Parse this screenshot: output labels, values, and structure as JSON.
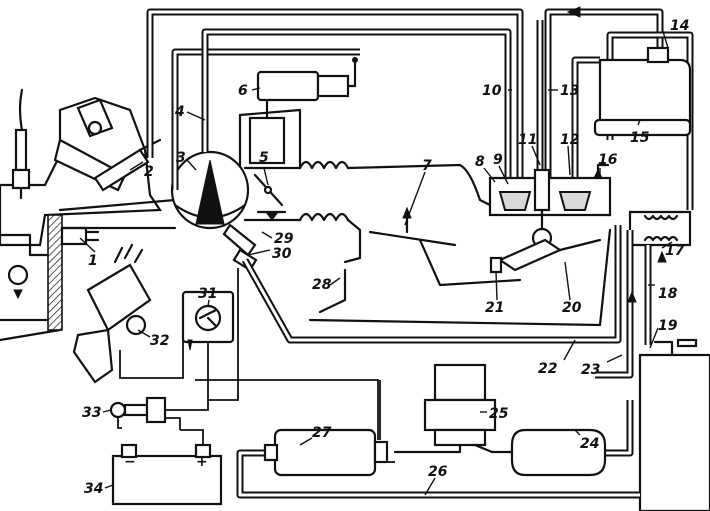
{
  "diagram": {
    "callouts": [
      {
        "id": "c1",
        "text": "1"
      },
      {
        "id": "c2",
        "text": "2"
      },
      {
        "id": "c3",
        "text": "3"
      },
      {
        "id": "c4",
        "text": "4"
      },
      {
        "id": "c5",
        "text": "5"
      },
      {
        "id": "c6",
        "text": "6"
      },
      {
        "id": "c7",
        "text": "7"
      },
      {
        "id": "c8",
        "text": "8"
      },
      {
        "id": "c9",
        "text": "9"
      },
      {
        "id": "c10",
        "text": "10"
      },
      {
        "id": "c11",
        "text": "11"
      },
      {
        "id": "c12",
        "text": "12"
      },
      {
        "id": "c13",
        "text": "13"
      },
      {
        "id": "c14",
        "text": "14"
      },
      {
        "id": "c15",
        "text": "15"
      },
      {
        "id": "c16",
        "text": "16"
      },
      {
        "id": "c17",
        "text": "17"
      },
      {
        "id": "c18",
        "text": "18"
      },
      {
        "id": "c19",
        "text": "19"
      },
      {
        "id": "c20",
        "text": "20"
      },
      {
        "id": "c21",
        "text": "21"
      },
      {
        "id": "c22",
        "text": "22"
      },
      {
        "id": "c23",
        "text": "23"
      },
      {
        "id": "c24",
        "text": "24"
      },
      {
        "id": "c25",
        "text": "25"
      },
      {
        "id": "c26",
        "text": "26"
      },
      {
        "id": "c27",
        "text": "27"
      },
      {
        "id": "c28",
        "text": "28"
      },
      {
        "id": "c29",
        "text": "29"
      },
      {
        "id": "c30",
        "text": "30"
      },
      {
        "id": "c31",
        "text": "31"
      },
      {
        "id": "c32",
        "text": "32"
      },
      {
        "id": "c33",
        "text": "33"
      },
      {
        "id": "c34",
        "text": "34"
      }
    ],
    "battery": {
      "plus": "+",
      "minus": "−"
    }
  }
}
